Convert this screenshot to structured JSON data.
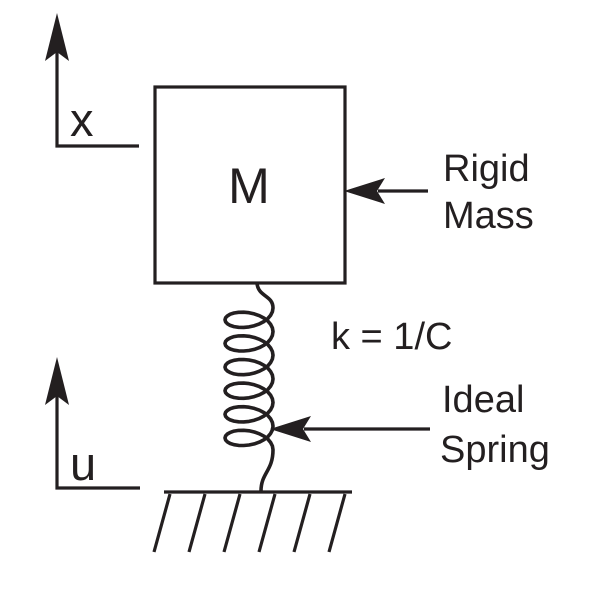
{
  "diagram": {
    "axes": {
      "mass_displacement_label": "x",
      "base_displacement_label": "u"
    },
    "mass_label": "M",
    "spring_constant_label": "k = 1/C",
    "callouts": {
      "rigid_mass": {
        "line1": "Rigid",
        "line2": "Mass"
      },
      "ideal_spring": {
        "line1": "Ideal",
        "line2": "Spring"
      }
    }
  },
  "colors": {
    "ink": "#231f20",
    "background": "#ffffff"
  }
}
